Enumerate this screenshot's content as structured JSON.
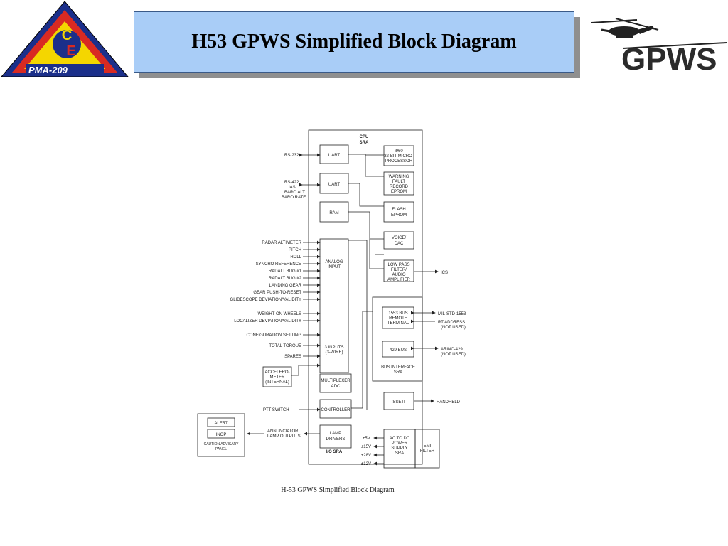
{
  "slide": {
    "title": "H53 GPWS Simplified Block Diagram",
    "logo_left_text": "PMA-209",
    "logo_left_letters": [
      "C",
      "E"
    ],
    "logo_right_text": "GPWS",
    "caption": "H-53 GPWS Simplified Block Diagram"
  },
  "diagram": {
    "cpu_sra": [
      "CPU",
      "SRA"
    ],
    "io_sra": "I/O SRA",
    "uart1": "UART",
    "uart2": "UART",
    "ram": "RAM",
    "processor": [
      "i960",
      "32-BIT MICRO-",
      "PROCESSOR"
    ],
    "warning": [
      "WARNING",
      "FAULT",
      "RECORD",
      "EPROM"
    ],
    "flash": [
      "FLASH",
      "EPROM"
    ],
    "voice": [
      "VOICE/",
      "DAC"
    ],
    "lowpass": [
      "LOW PASS",
      "FILTER/",
      "AUDIO",
      "AMPLIFIER"
    ],
    "analog": [
      "ANALOG",
      "INPUT"
    ],
    "three_inputs": [
      "3 INPUTS",
      "(3-WIRE)"
    ],
    "mux": [
      "MULTIPLEXER",
      "ADC"
    ],
    "controller": "CONTROLLER",
    "lamp": [
      "LAMP",
      "DRIVERS"
    ],
    "bus1553": [
      "1553 BUS",
      "REMOTE",
      "TERMINAL"
    ],
    "bus429": "429 BUS",
    "bus_sra": [
      "BUS INTERFACE",
      "SRA"
    ],
    "sseti": "SSETI",
    "power": [
      "AC TO DC",
      "POWER",
      "SUPPLY",
      "SRA"
    ],
    "emi": [
      "EMI",
      "FILTER"
    ],
    "accel": [
      "ACCELERO-",
      "METER",
      "(INTERNAL)"
    ],
    "cap_alert": "ALERT",
    "cap_inop": "INOP",
    "cap_panel": [
      "CAUTION ADVISARY",
      "PANEL"
    ],
    "rs232": "RS-232",
    "rs422": [
      "RS-422",
      "IAS",
      "BARO ALT",
      "BARO RATE"
    ],
    "ics": "ICS",
    "mil_std": "MIL-STD-1553",
    "rt_address": [
      "RT ADDRESS",
      "(NOT USED)"
    ],
    "arinc": [
      "ARINC-429",
      "(NOT USED)"
    ],
    "handheld": "HANDHELD",
    "ptt": "PTT SWITCH",
    "annunciator": [
      "ANNUNCIATOR",
      "LAMP OUTPUTS"
    ],
    "analog_inputs": [
      "RADAR ALTIMETER",
      "PITCH",
      "ROLL",
      "SYNCRO REFERENCE",
      "RADALT BUG #1",
      "RADALT BUG #2",
      "LANDING GEAR",
      "GEAR PUSH-TO-RESET",
      "GLIDESCOPE DEVIATION/VALIDITY"
    ],
    "analog_inputs2": [
      "WEIGHT ON WHEELS",
      "LOCALIZER DEVIATION/VALIDITY"
    ],
    "wire_inputs": [
      "CONFIGURATION SETTING",
      "TOTAL TORQUE",
      "SPARES"
    ],
    "voltages": [
      "±5V",
      "±15V",
      "±28V",
      "±12V"
    ]
  }
}
